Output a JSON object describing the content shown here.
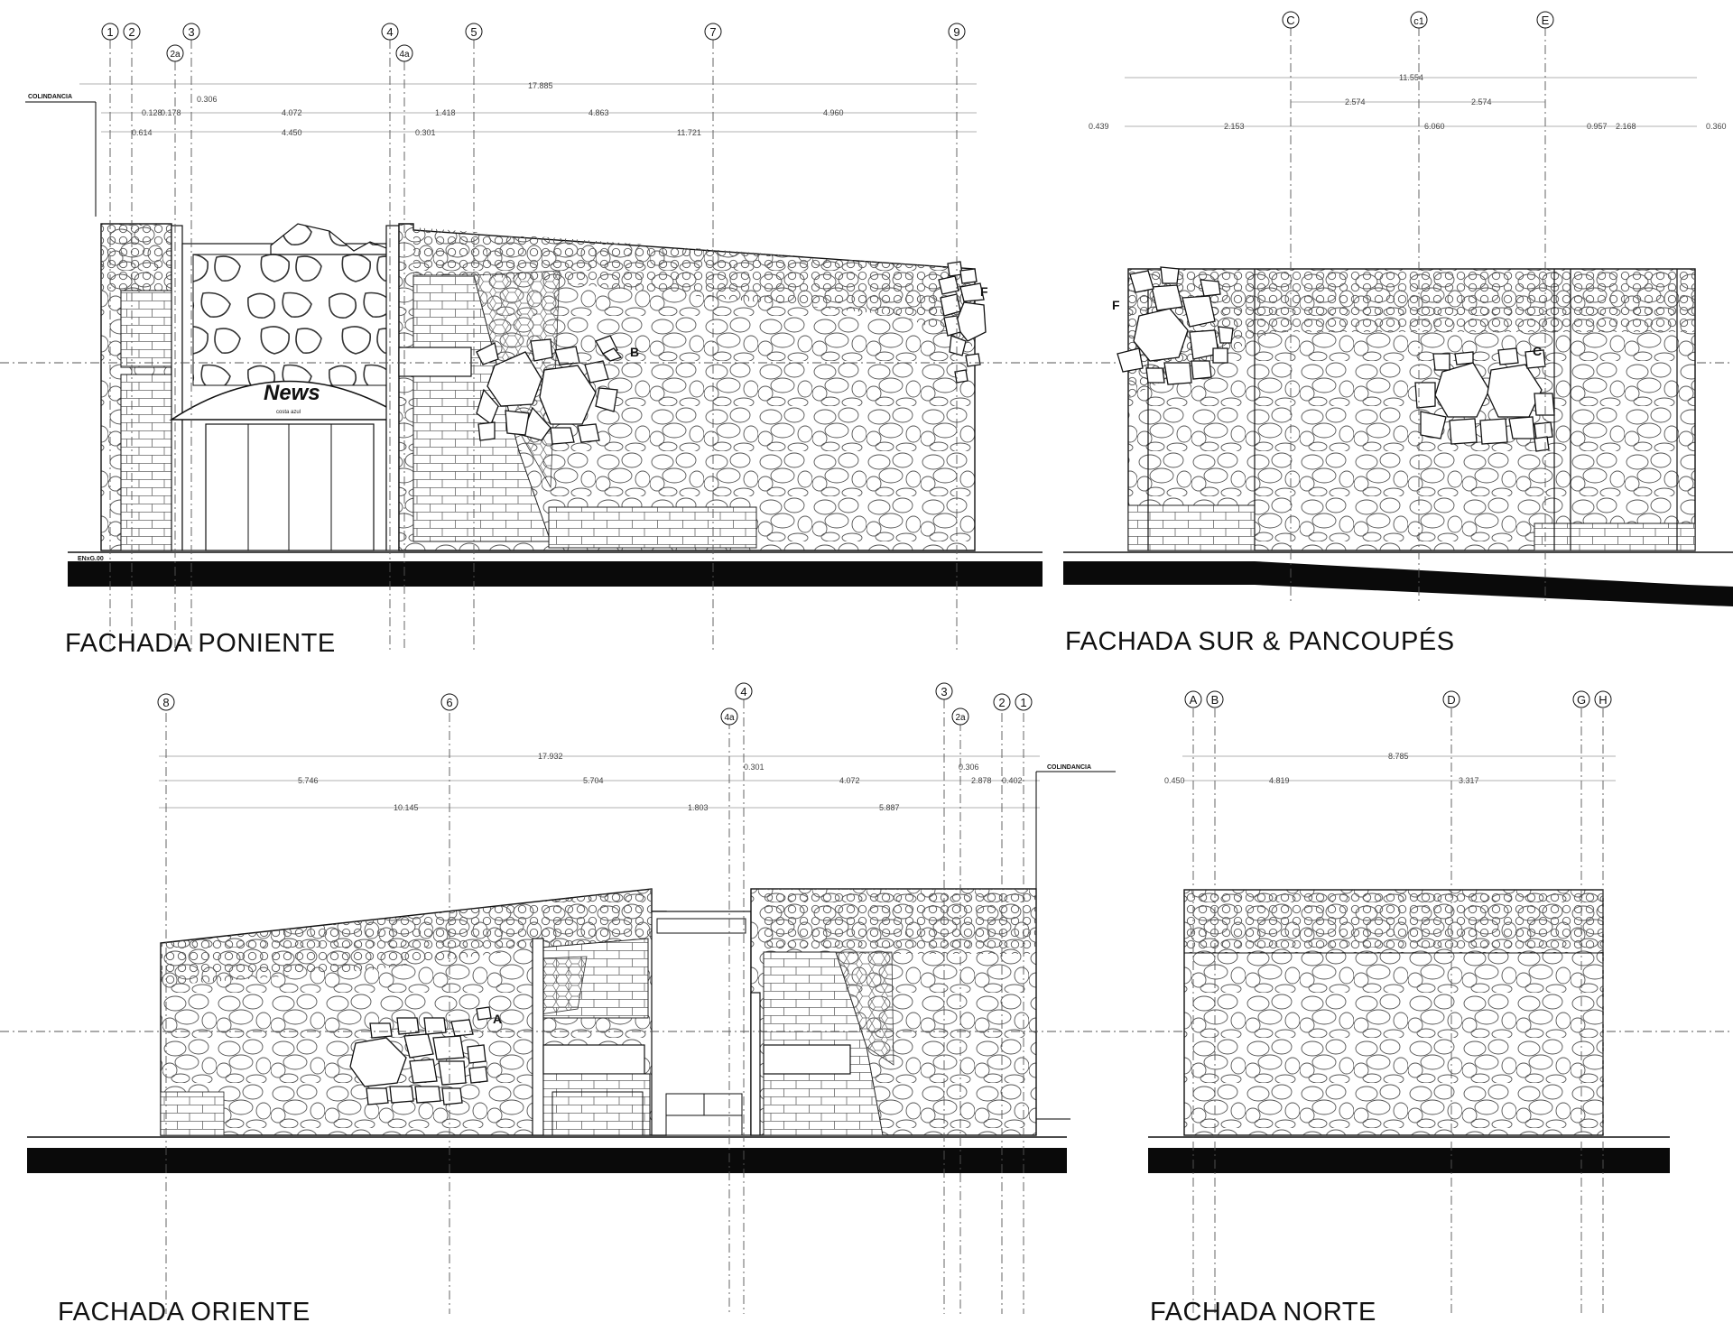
{
  "elevations": [
    {
      "id": "poniente",
      "title": "FACHADA  PONIENTE",
      "axes": [
        "1",
        "2",
        "2a",
        "3",
        "4",
        "4a",
        "5",
        "7",
        "9"
      ],
      "dims": [
        "17.885",
        "0.306",
        "0.128",
        "0.178",
        "4.072",
        "1.418",
        "4.863",
        "4.960",
        "0.614",
        "4.450",
        "0.301",
        "11.721"
      ],
      "callouts": [
        "B",
        "F"
      ],
      "labels": {
        "colindancia": "COLINDANCIA",
        "level": "ENxG.00"
      }
    },
    {
      "id": "sur",
      "title": "FACHADA SUR & PANCOUPÉS",
      "axes": [
        "C",
        "c1",
        "E"
      ],
      "dims": [
        "11.554",
        "2.574",
        "2.574",
        "0.439",
        "2.153",
        "6.060",
        "0.957",
        "2.168",
        "0.360"
      ],
      "callouts": [
        "F",
        "C"
      ]
    },
    {
      "id": "oriente",
      "title": "FACHADA ORIENTE",
      "axes": [
        "8",
        "6",
        "4",
        "4a",
        "3",
        "2a",
        "2",
        "1"
      ],
      "dims": [
        "17.932",
        "0.301",
        "0.306",
        "5.746",
        "5.704",
        "4.072",
        "2.878",
        "0.402",
        "10.145",
        "1.803",
        "5.887"
      ],
      "callouts": [
        "A"
      ],
      "labels": {
        "colindancia": "COLINDANCIA"
      }
    },
    {
      "id": "norte",
      "title": "FACHADA NORTE",
      "axes": [
        "A",
        "B",
        "D",
        "G",
        "H"
      ],
      "dims": [
        "8.785",
        "0.450",
        "4.819",
        "3.317"
      ]
    }
  ],
  "signage": {
    "logo": "News",
    "sub": "costa azul"
  }
}
